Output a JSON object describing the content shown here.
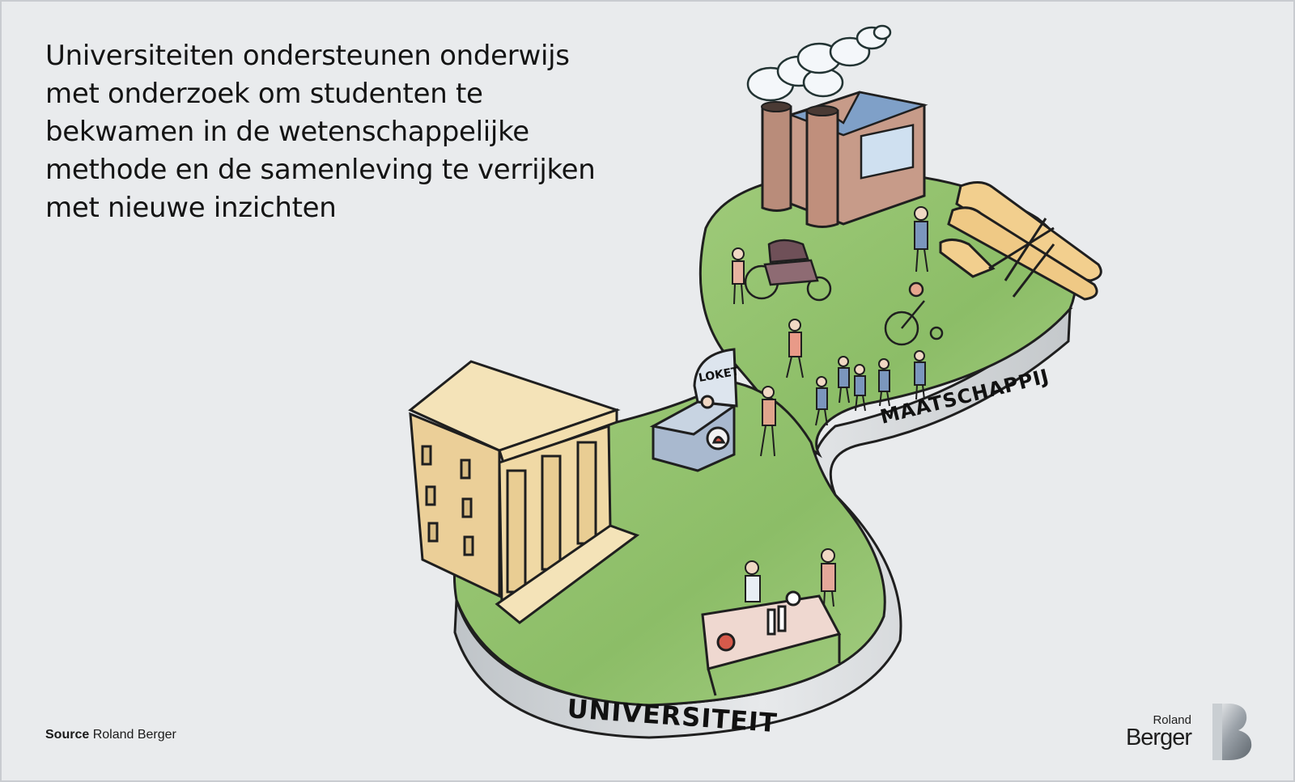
{
  "headline": "Universiteiten ondersteunen onderwijs met onderzoek om studenten te bekwamen in de wetenschappelijke methode en de samenleving te verrijken met nieuwe inzichten",
  "labels": {
    "loket": "LOKET",
    "maatschappij": "MAATSCHAPPIJ",
    "universiteit": "UNIVERSITEIT"
  },
  "source": {
    "label": "Source",
    "value": "Roland Berger"
  },
  "logo": {
    "line1": "Roland",
    "line2": "Berger"
  },
  "colors": {
    "background": "#e9ebed",
    "grass": "#8fbe6a",
    "platform_edge": "#cfd3d6",
    "building": "#efd9a4",
    "factory": "#c69a88",
    "airplane": "#f2cf8e"
  },
  "icons": [
    "factory-icon",
    "university-building-icon",
    "loket-kiosk-icon",
    "airplane-icon",
    "car-icon",
    "bicycle-icon",
    "lab-table-icon",
    "smoke-icon"
  ]
}
